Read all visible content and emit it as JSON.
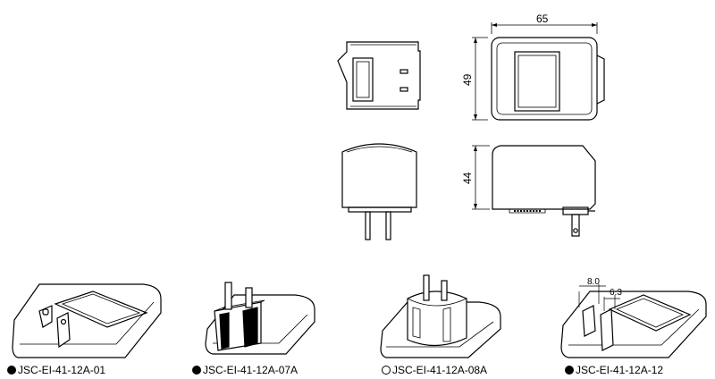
{
  "dimensions": {
    "width": "65",
    "height": "49",
    "depth": "44",
    "pin_spacing": "8.0",
    "pin_width": "6.3"
  },
  "models": [
    {
      "label": "JSC-EI-41-12A-01",
      "bullet": "filled"
    },
    {
      "label": "JSC-EI-41-12A-07A",
      "bullet": "filled"
    },
    {
      "label": "JSC-EI-41-12A-08A",
      "bullet": "open"
    },
    {
      "label": "JSC-EI-41-12A-12",
      "bullet": "filled"
    }
  ]
}
